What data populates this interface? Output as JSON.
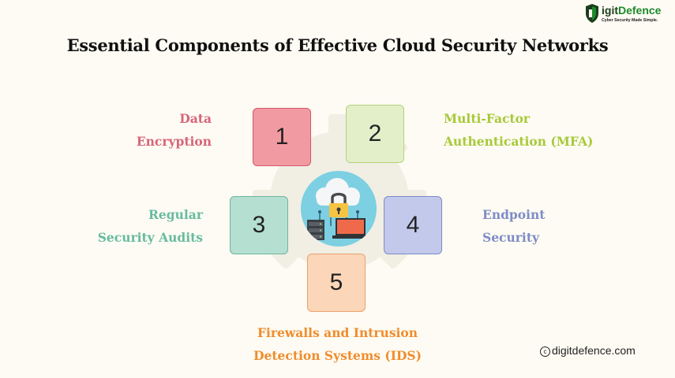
{
  "title": "Essential Components of Effective Cloud Security Networks",
  "brand": {
    "name_initial": "D",
    "name_prefix": "igit",
    "name_suffix": "Defence",
    "tagline": "Cyber Security Made Simple."
  },
  "components": [
    {
      "number": "1",
      "label_line1": "Data",
      "label_line2": "Encryption",
      "fill": "#f29aa2",
      "border": "#d15a68",
      "text_color": "#d7657a"
    },
    {
      "number": "2",
      "label_line1": "Multi-Factor",
      "label_line2": "Authentication (MFA)",
      "fill": "#e3efc9",
      "border": "#b4d27c",
      "text_color": "#a8c93a"
    },
    {
      "number": "3",
      "label_line1": "Regular",
      "label_line2": "Security Audits",
      "fill": "#b5dfd1",
      "border": "#6fb59f",
      "text_color": "#68bba0"
    },
    {
      "number": "4",
      "label_line1": "Endpoint",
      "label_line2": "Security",
      "fill": "#c3c9eb",
      "border": "#7d8cc8",
      "text_color": "#7f8cc6"
    },
    {
      "number": "5",
      "label_line1": "Firewalls and Intrusion",
      "label_line2": "Detection Systems (IDS)",
      "fill": "#fbd6b8",
      "border": "#eaa26c",
      "text_color": "#f08c2c"
    }
  ],
  "center_icon": "cloud-lock-server-laptop-icon",
  "copyright": {
    "symbol": "c",
    "text": "digitdefence.com"
  }
}
